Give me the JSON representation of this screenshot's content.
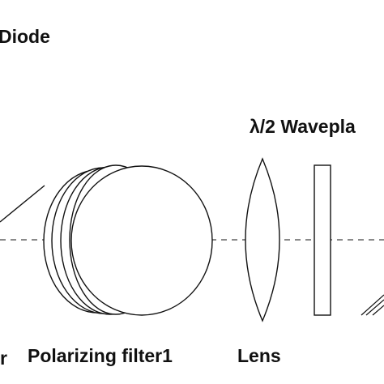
{
  "labels": {
    "diode": "Diode",
    "waveplate": "λ/2 Wavepla",
    "left_cut": "r",
    "polarizing_filter": "Polarizing filter1",
    "lens": "Lens"
  },
  "colors": {
    "stroke": "#111111",
    "axis": "#444444",
    "background": "#ffffff"
  }
}
